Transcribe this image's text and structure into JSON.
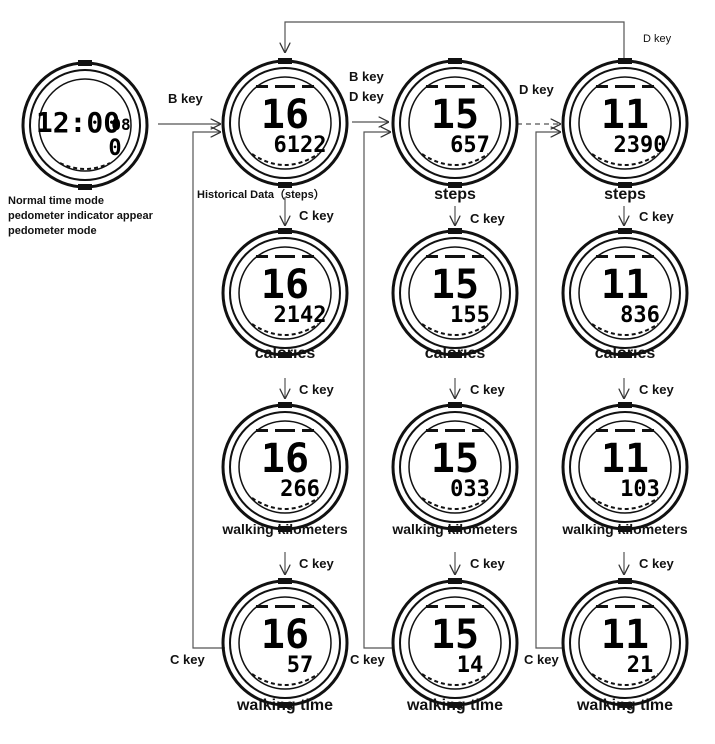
{
  "labels": {
    "b_key": "B key",
    "b_key_d_key_top": "B key",
    "b_key_d_key_bottom": "D key",
    "d_key_top": "D key",
    "d_key_mid": "D key",
    "c_key": "C key",
    "historical": "Historical Data（steps）",
    "mode_note": [
      "Normal time mode",
      "pedometer indicator appear",
      "pedometer mode"
    ]
  },
  "start_watch": {
    "time": "12:00",
    "seconds": "08",
    "value": "0"
  },
  "columns": [
    {
      "day": "16",
      "rows": [
        {
          "value": "6122",
          "caption": ""
        },
        {
          "value": "2142",
          "caption": "calories"
        },
        {
          "value": "266",
          "caption": "walking kilometers"
        },
        {
          "value": "57",
          "caption": "walking time"
        }
      ]
    },
    {
      "day": "15",
      "rows": [
        {
          "value": "657",
          "caption": "steps"
        },
        {
          "value": "155",
          "caption": "calories"
        },
        {
          "value": "033",
          "caption": "walking kilometers"
        },
        {
          "value": "14",
          "caption": "walking time"
        }
      ]
    },
    {
      "day": "11",
      "rows": [
        {
          "value": "2390",
          "caption": "steps"
        },
        {
          "value": "836",
          "caption": "calories"
        },
        {
          "value": "103",
          "caption": "walking kilometers"
        },
        {
          "value": "21",
          "caption": "walking time"
        }
      ]
    }
  ]
}
